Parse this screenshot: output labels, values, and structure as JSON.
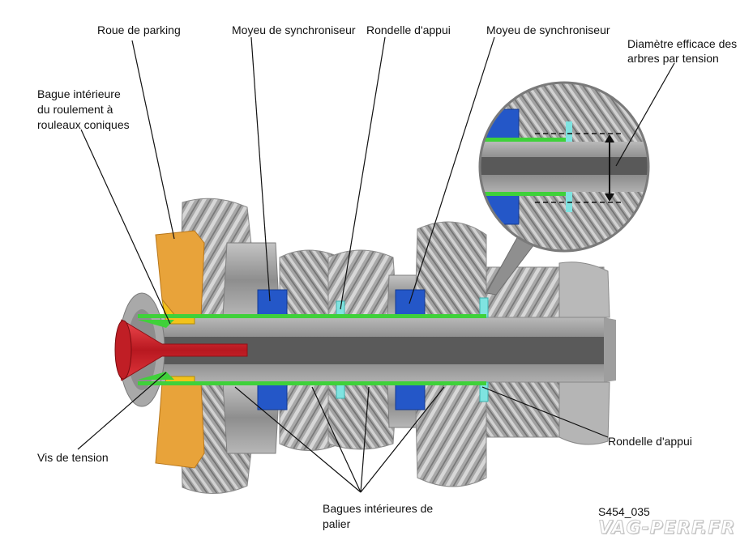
{
  "labels": {
    "roue_parking": "Roue de parking",
    "moyeu_1": "Moyeu de synchroniseur",
    "rondelle_top": "Rondelle d'appui",
    "moyeu_2": "Moyeu de synchroniseur",
    "diametre_1": "Diamètre efficace des",
    "diametre_2": "arbres par tension",
    "bague_1": "Bague intérieure",
    "bague_2": "du roulement à",
    "bague_3": "rouleaux coniques",
    "vis": "Vis de tension",
    "rondelle_right": "Rondelle d'appui",
    "bagues_palier_1": "Bagues intérieures de",
    "bagues_palier_2": "palier"
  },
  "figure_code": "S454_035",
  "watermark": "VAG-PERF.FR",
  "colors": {
    "gear_grey": "#9a9a9a",
    "shaft_grey": "#6e6e6e",
    "parking_wheel": "#e8a33a",
    "bearing_yellow": "#f2c21b",
    "synchro_blue": "#2457c8",
    "washer_cyan": "#7fe3e0",
    "bearing_ring_green": "#3fd13a",
    "tension_screw_red": "#d8242a"
  }
}
